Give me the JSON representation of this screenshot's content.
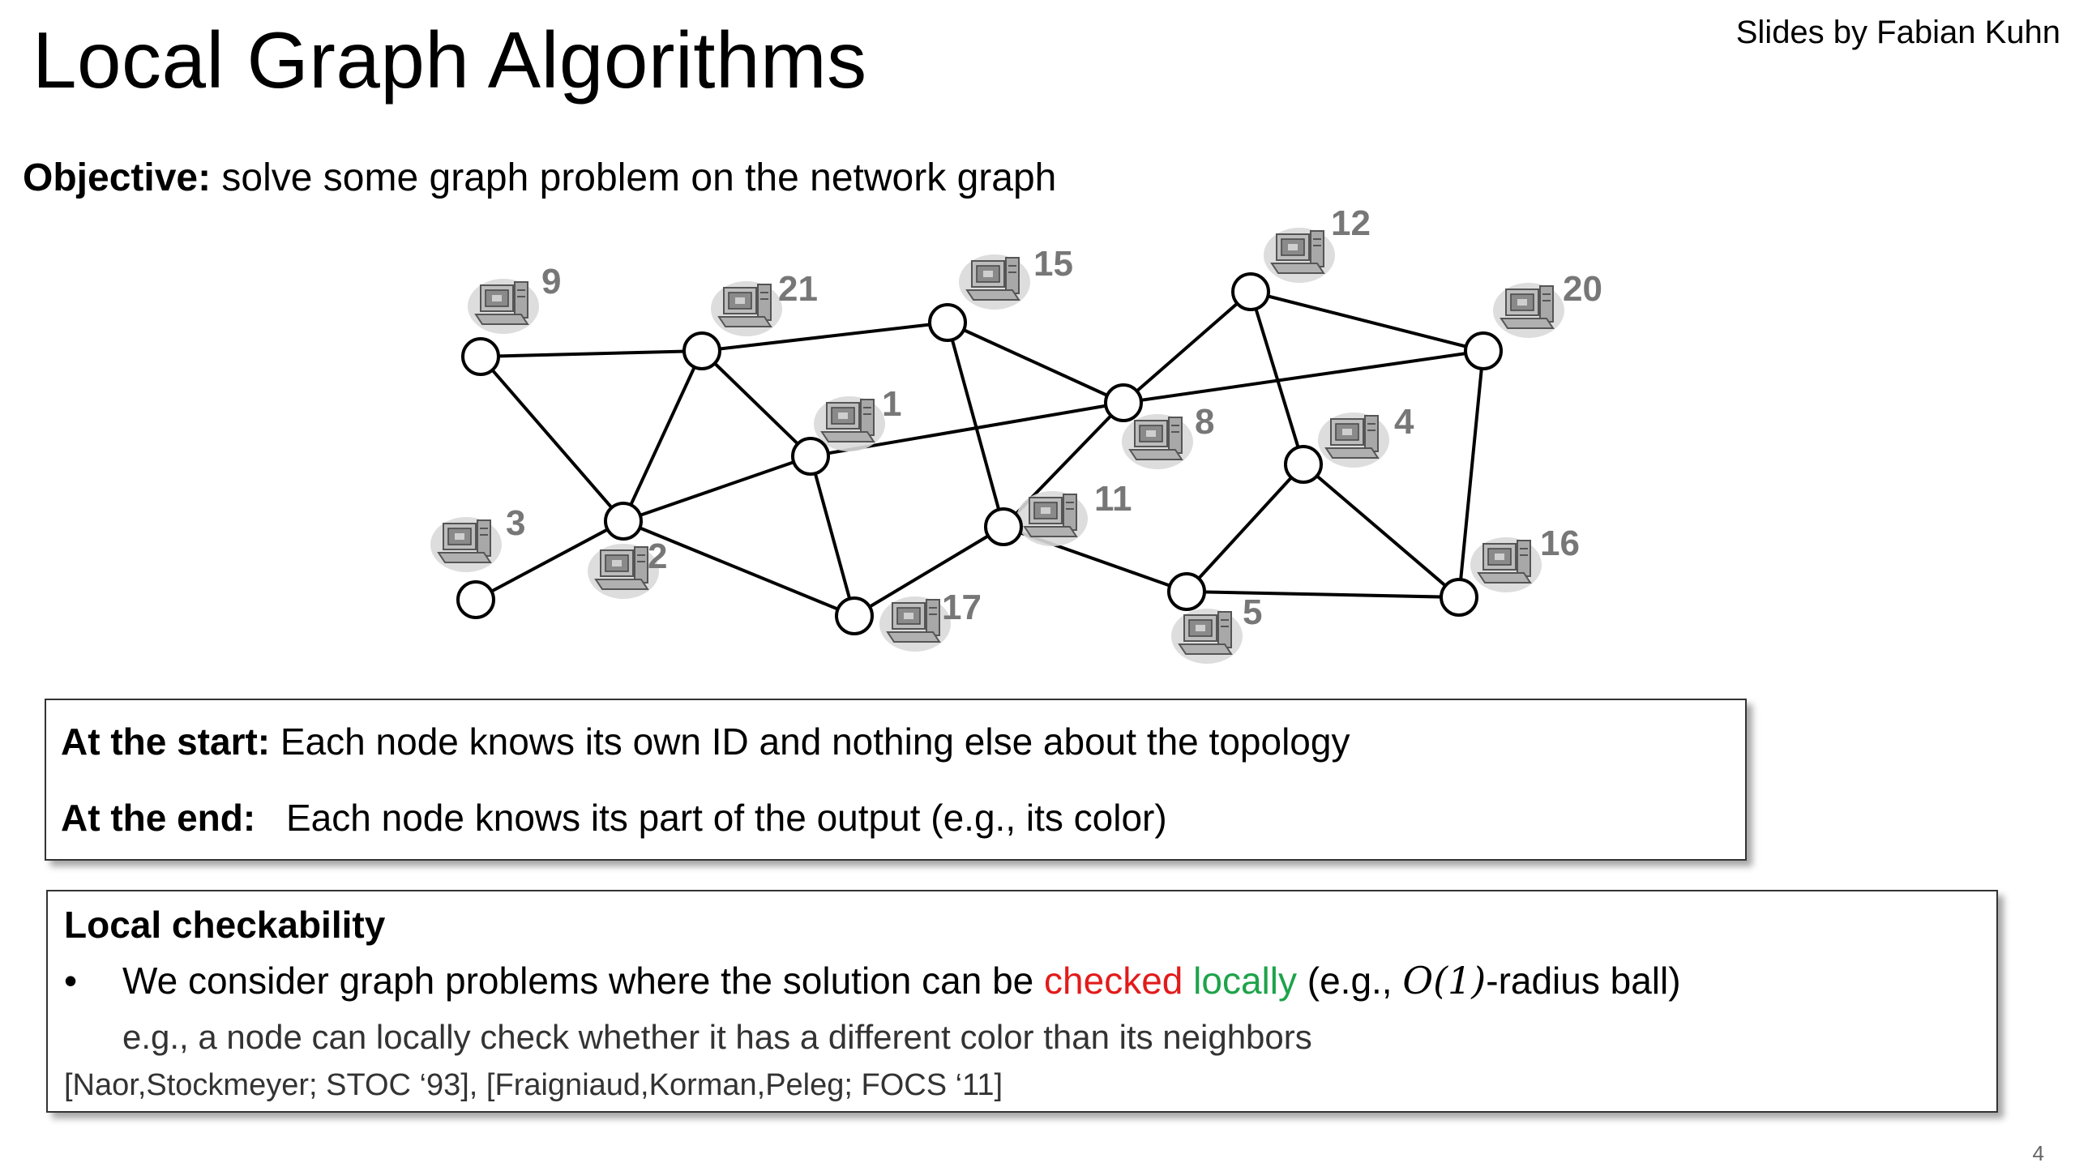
{
  "slide": {
    "title": "Local Graph Algorithms",
    "credit": "Slides by Fabian Kuhn",
    "objective_label": "Objective:",
    "objective_text": " solve some graph problem on the network graph",
    "page_number": "4"
  },
  "graph": {
    "nodes": [
      {
        "id": "9",
        "label": "9"
      },
      {
        "id": "21",
        "label": "21"
      },
      {
        "id": "15",
        "label": "15"
      },
      {
        "id": "12",
        "label": "12"
      },
      {
        "id": "20",
        "label": "20"
      },
      {
        "id": "1",
        "label": "1"
      },
      {
        "id": "8",
        "label": "8"
      },
      {
        "id": "4",
        "label": "4"
      },
      {
        "id": "3",
        "label": "3"
      },
      {
        "id": "2",
        "label": "2"
      },
      {
        "id": "11",
        "label": "11"
      },
      {
        "id": "16",
        "label": "16"
      },
      {
        "id": "17",
        "label": "17"
      },
      {
        "id": "5",
        "label": "5"
      }
    ],
    "edges": [
      [
        "9",
        "21"
      ],
      [
        "9",
        "2"
      ],
      [
        "21",
        "15"
      ],
      [
        "21",
        "2"
      ],
      [
        "21",
        "1"
      ],
      [
        "2",
        "3"
      ],
      [
        "2",
        "1"
      ],
      [
        "2",
        "17"
      ],
      [
        "1",
        "8"
      ],
      [
        "1",
        "17"
      ],
      [
        "15",
        "8"
      ],
      [
        "15",
        "11"
      ],
      [
        "17",
        "11"
      ],
      [
        "11",
        "8"
      ],
      [
        "11",
        "5"
      ],
      [
        "8",
        "12"
      ],
      [
        "8",
        "20"
      ],
      [
        "12",
        "20"
      ],
      [
        "12",
        "4"
      ],
      [
        "20",
        "16"
      ],
      [
        "4",
        "5"
      ],
      [
        "4",
        "16"
      ],
      [
        "5",
        "16"
      ]
    ],
    "computer_icon": "computer-icon"
  },
  "box1": {
    "start_label": "At the start:",
    "start_text": " Each node knows its own ID and nothing else about the topology",
    "end_label": "At the end:",
    "end_text": "Each node knows its part of the output (e.g., its color)"
  },
  "box2": {
    "heading": "Local checkability",
    "bullet": "•",
    "bullet_text_1": "We consider graph problems where the solution can be ",
    "checked": "checked",
    "locally": "locally",
    "bullet_text_2": " (e.g., ",
    "math": "O(1)",
    "bullet_text_3": "-radius ball)",
    "sub": "e.g., a node can locally check whether it has a different color than its neighbors",
    "cite": "[Naor,Stockmeyer; STOC ‘93], [Fraigniaud,Korman,Peleg; FOCS ‘11]",
    "checked_color": "#e21b1b",
    "locally_color": "#1ea34a"
  }
}
